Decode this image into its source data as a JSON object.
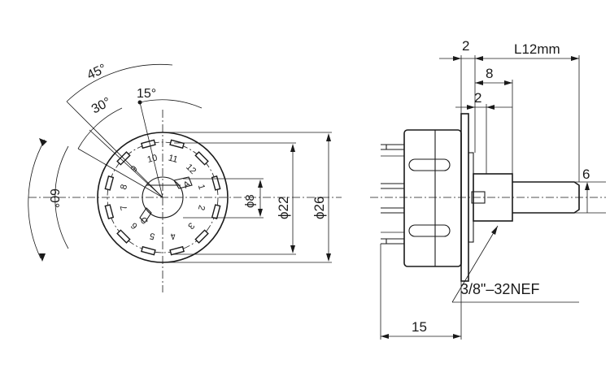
{
  "front_view": {
    "angles": {
      "a45": "45°",
      "a30": "30°",
      "a15": "15°",
      "a60": "60°"
    },
    "diameters": {
      "d8": "ϕ8",
      "d22": "ϕ22",
      "d26": "ϕ26"
    },
    "terminals": [
      "1",
      "2",
      "3",
      "4",
      "5",
      "6",
      "7",
      "8",
      "9",
      "10",
      "11",
      "12"
    ],
    "common_labels": {
      "A": "A",
      "C": "C"
    }
  },
  "side_view": {
    "dimensions": {
      "flange": "2",
      "length": "L12mm",
      "bushing": "8",
      "step": "2",
      "shaft_dia": "6",
      "body_depth": "15"
    },
    "thread": "3/8\"–32NEF"
  }
}
